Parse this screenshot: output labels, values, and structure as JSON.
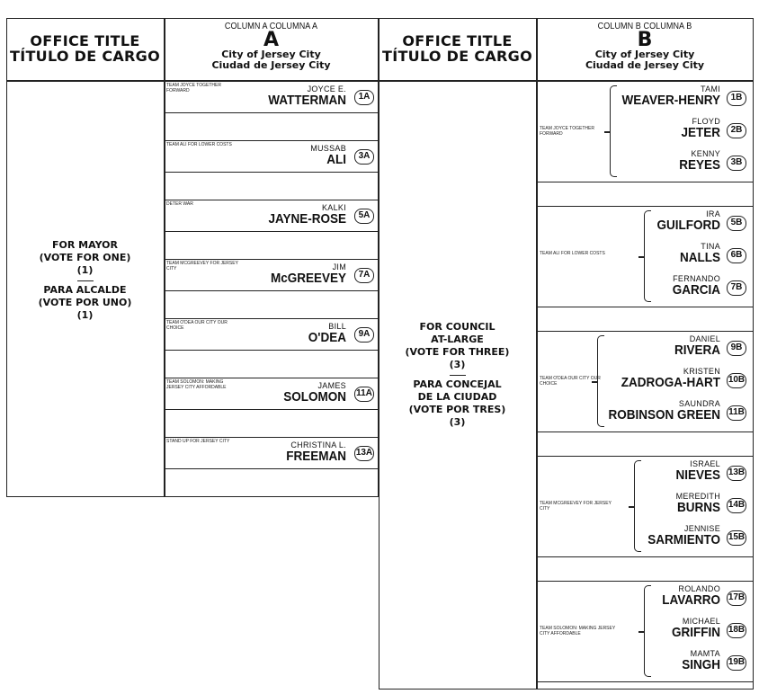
{
  "office_header": {
    "line1": "OFFICE TITLE",
    "line2": "TÍTULO DE CARGO"
  },
  "column_a": {
    "label": "COLUMN A COLUMNA A",
    "letter": "A",
    "city1": "City of Jersey City",
    "city2": "Ciudad de Jersey City"
  },
  "column_b": {
    "label": "COLUMN B COLUMNA B",
    "letter": "B",
    "city1": "City of Jersey City",
    "city2": "Ciudad de Jersey City"
  },
  "mayor": {
    "en1": "FOR MAYOR",
    "en2": "(VOTE FOR ONE)",
    "en3": "(1)",
    "es1": "PARA ALCALDE",
    "es2": "(VOTE POR UNO)",
    "es3": "(1)",
    "candidates": [
      {
        "party": "TEAM JOYCE TOGETHER FORWARD",
        "first": "JOYCE E.",
        "last": "WATTERMAN",
        "code": "1A"
      },
      {
        "party": "TEAM ALI FOR LOWER COSTS",
        "first": "MUSSAB",
        "last": "ALI",
        "code": "3A"
      },
      {
        "party": "DETER WAR",
        "first": "KALKI",
        "last": "JAYNE-ROSE",
        "code": "5A"
      },
      {
        "party": "TEAM McGREEVEY FOR JERSEY CITY",
        "first": "JIM",
        "last": "McGREEVEY",
        "code": "7A"
      },
      {
        "party": "TEAM O'DEA OUR CITY OUR CHOICE",
        "first": "BILL",
        "last": "O'DEA",
        "code": "9A"
      },
      {
        "party": "TEAM SOLOMON: MAKING JERSEY CITY AFFORDABLE",
        "first": "JAMES",
        "last": "SOLOMON",
        "code": "11A"
      },
      {
        "party": "STAND UP FOR JERSEY CITY",
        "first": "CHRISTINA L.",
        "last": "FREEMAN",
        "code": "13A"
      }
    ]
  },
  "council": {
    "en1": "FOR COUNCIL",
    "en2": "AT-LARGE",
    "en3": "(VOTE FOR THREE)",
    "en4": "(3)",
    "es1": "PARA CONCEJAL",
    "es2": "DE LA CIUDAD",
    "es3": "(VOTE POR TRES)",
    "es4": "(3)",
    "groups": [
      {
        "party": "TEAM JOYCE TOGETHER FORWARD",
        "candidates": [
          {
            "first": "TAMI",
            "last": "WEAVER-HENRY",
            "code": "1B"
          },
          {
            "first": "FLOYD",
            "last": "JETER",
            "code": "2B"
          },
          {
            "first": "KENNY",
            "last": "REYES",
            "code": "3B"
          }
        ]
      },
      {
        "party": "TEAM ALI FOR LOWER COSTS",
        "candidates": [
          {
            "first": "IRA",
            "last": "GUILFORD",
            "code": "5B"
          },
          {
            "first": "TINA",
            "last": "NALLS",
            "code": "6B"
          },
          {
            "first": "FERNANDO",
            "last": "GARCIA",
            "code": "7B"
          }
        ]
      },
      {
        "party": "TEAM O'DEA OUR CITY OUR CHOICE",
        "candidates": [
          {
            "first": "DANIEL",
            "last": "RIVERA",
            "code": "9B"
          },
          {
            "first": "KRISTEN",
            "last": "ZADROGA-HART",
            "code": "10B"
          },
          {
            "first": "SAUNDRA",
            "last": "ROBINSON GREEN",
            "code": "11B"
          }
        ]
      },
      {
        "party": "TEAM McGREEVEY FOR JERSEY CITY",
        "candidates": [
          {
            "first": "ISRAEL",
            "last": "NIEVES",
            "code": "13B"
          },
          {
            "first": "MEREDITH",
            "last": "BURNS",
            "code": "14B"
          },
          {
            "first": "JENNISE",
            "last": "SARMIENTO",
            "code": "15B"
          }
        ]
      },
      {
        "party": "TEAM SOLOMON: MAKING JERSEY CITY AFFORDABLE",
        "candidates": [
          {
            "first": "ROLANDO",
            "last": "LAVARRO",
            "code": "17B"
          },
          {
            "first": "MICHAEL",
            "last": "GRIFFIN",
            "code": "18B"
          },
          {
            "first": "MAMTA",
            "last": "SINGH",
            "code": "19B"
          }
        ]
      }
    ]
  }
}
